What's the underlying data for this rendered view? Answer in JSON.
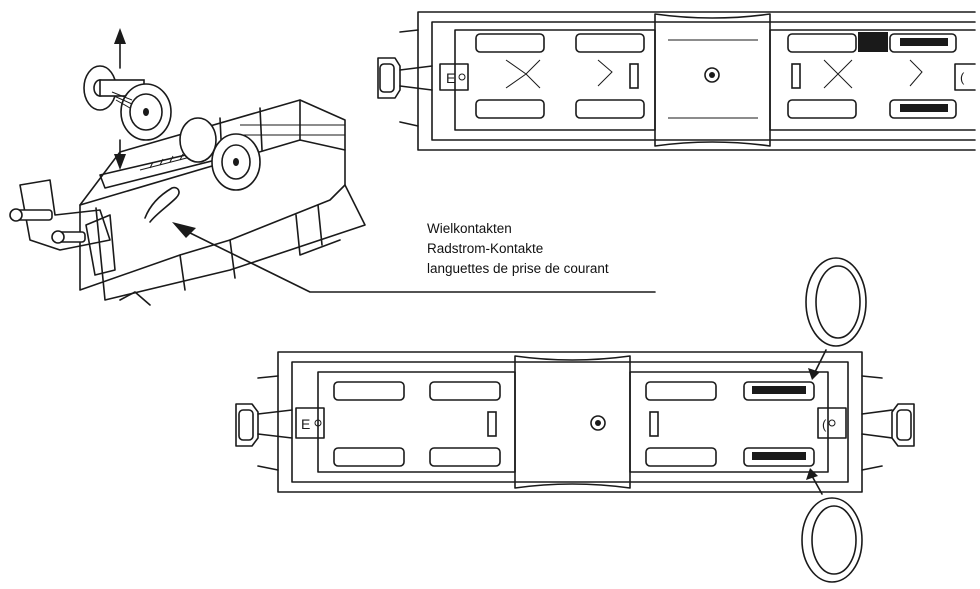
{
  "callout": {
    "lines": [
      "Wielkontakten",
      "Radstrom-Kontakte",
      "languettes de prise de courant"
    ]
  }
}
